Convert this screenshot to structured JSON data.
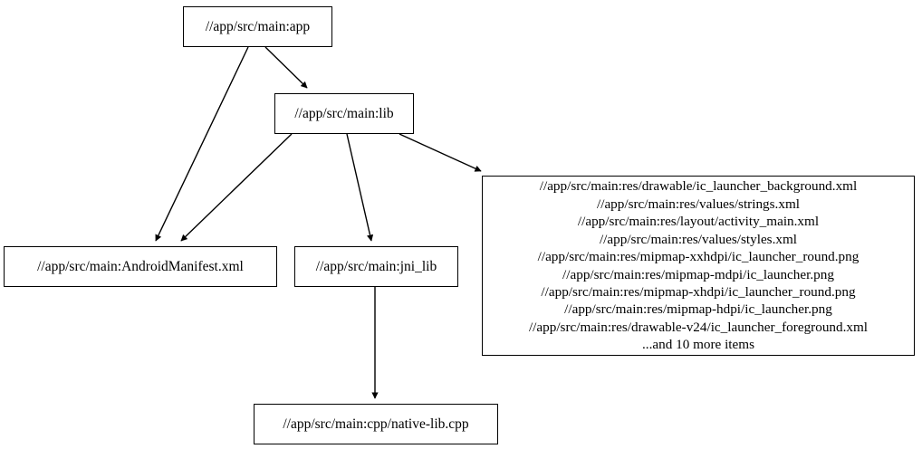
{
  "graph": {
    "type": "directed-dependency-graph",
    "background": "#ffffff",
    "edge_color": "#000000",
    "node_border_color": "#000000",
    "node_fill_color": "#ffffff",
    "text_color": "#000000",
    "nodes": [
      {
        "id": "app",
        "label": "//app/src/main:app"
      },
      {
        "id": "lib",
        "label": "//app/src/main:lib"
      },
      {
        "id": "manifest",
        "label": "//app/src/main:AndroidManifest.xml"
      },
      {
        "id": "jni_lib",
        "label": "//app/src/main:jni_lib"
      },
      {
        "id": "res",
        "label": "//app/src/main:res/drawable/ic_launcher_background.xml\n//app/src/main:res/values/strings.xml\n//app/src/main:res/layout/activity_main.xml\n//app/src/main:res/values/styles.xml\n//app/src/main:res/mipmap-xxhdpi/ic_launcher_round.png\n//app/src/main:res/mipmap-mdpi/ic_launcher.png\n//app/src/main:res/mipmap-xhdpi/ic_launcher_round.png\n//app/src/main:res/mipmap-hdpi/ic_launcher.png\n//app/src/main:res/drawable-v24/ic_launcher_foreground.xml\n...and 10 more items",
        "lines": [
          "//app/src/main:res/drawable/ic_launcher_background.xml",
          "//app/src/main:res/values/strings.xml",
          "//app/src/main:res/layout/activity_main.xml",
          "//app/src/main:res/values/styles.xml",
          "//app/src/main:res/mipmap-xxhdpi/ic_launcher_round.png",
          "//app/src/main:res/mipmap-mdpi/ic_launcher.png",
          "//app/src/main:res/mipmap-xhdpi/ic_launcher_round.png",
          "//app/src/main:res/mipmap-hdpi/ic_launcher.png",
          "//app/src/main:res/drawable-v24/ic_launcher_foreground.xml",
          "...and 10 more items"
        ]
      },
      {
        "id": "cpp",
        "label": "//app/src/main:cpp/native-lib.cpp"
      }
    ],
    "edges": [
      {
        "id": "app-lib",
        "from": "app",
        "to": "lib"
      },
      {
        "id": "app-manifest",
        "from": "app",
        "to": "manifest"
      },
      {
        "id": "lib-manifest",
        "from": "lib",
        "to": "manifest"
      },
      {
        "id": "lib-jni_lib",
        "from": "lib",
        "to": "jni_lib"
      },
      {
        "id": "lib-res",
        "from": "lib",
        "to": "res"
      },
      {
        "id": "jni_lib-cpp",
        "from": "jni_lib",
        "to": "cpp"
      }
    ]
  }
}
